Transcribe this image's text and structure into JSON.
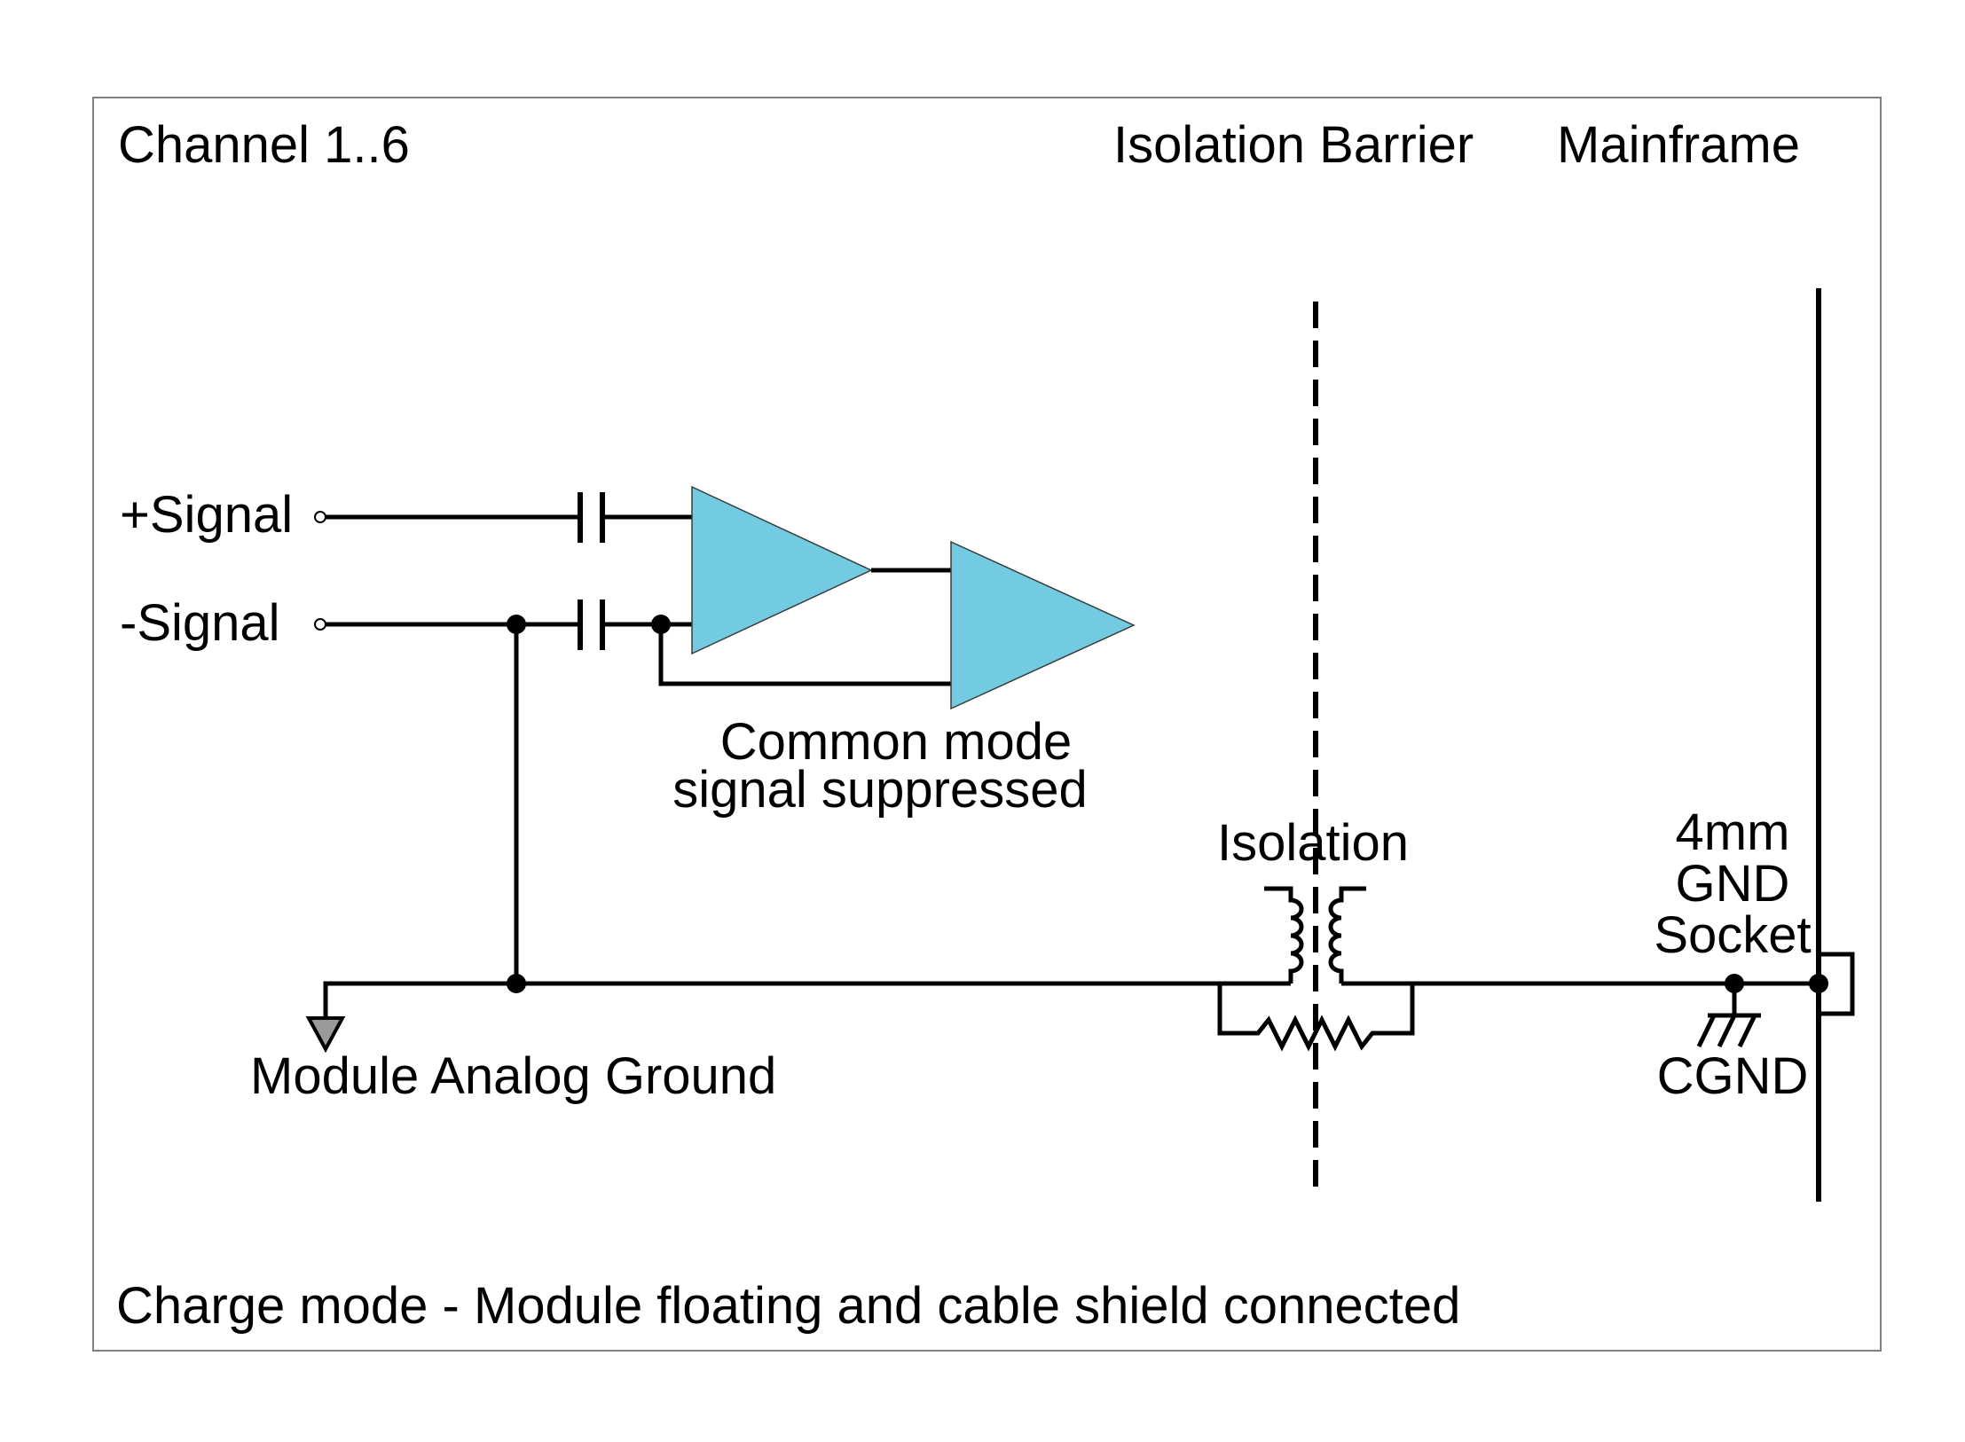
{
  "labels": {
    "channel": "Channel 1..6",
    "isolation_barrier": "Isolation Barrier",
    "mainframe": "Mainframe",
    "plus_signal": "+Signal",
    "minus_signal": "-Signal",
    "common_mode_line1": "Common mode",
    "common_mode_line2": "signal suppressed",
    "isolation": "Isolation",
    "gnd_socket_line1": "4mm",
    "gnd_socket_line2": "GND",
    "gnd_socket_line3": "Socket",
    "module_analog_ground": "Module Analog Ground",
    "cgnd": "CGND",
    "caption": "Charge mode - Module floating and cable shield connected"
  },
  "colors": {
    "amplifier_fill": "#72CBE0",
    "wire": "#000000",
    "ground_symbol": "#9A9A9A",
    "frame": "#808080"
  }
}
